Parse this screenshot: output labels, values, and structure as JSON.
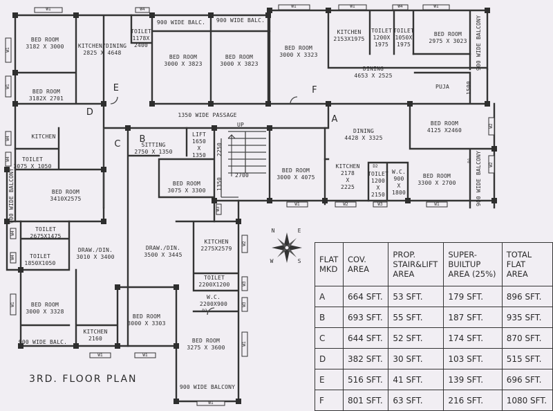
{
  "plan_title": "3RD. FLOOR PLAN",
  "rooms": [
    {
      "id": "bed-1",
      "text": "BED ROOM\n3182 X 3000"
    },
    {
      "id": "bed-2",
      "text": "BED ROOM\n3182X 2701"
    },
    {
      "id": "kitchen-dining-e",
      "text": "KITCHEN/DINING\n2825 X 4648"
    },
    {
      "id": "toilet-e",
      "text": "TOILET\n1178X\n2400"
    },
    {
      "id": "balc-1",
      "text": "900 WIDE BALC."
    },
    {
      "id": "balc-2",
      "text": "900 WIDE BALC."
    },
    {
      "id": "bed-3",
      "text": "BED ROOM\n3000 X 3823"
    },
    {
      "id": "bed-4",
      "text": "BED ROOM\n3000 X 3823"
    },
    {
      "id": "bed-5",
      "text": "BED ROOM\n3000 X 3323"
    },
    {
      "id": "kitchen-f",
      "text": "KITCHEN\n2153X1975"
    },
    {
      "id": "toilet-f1",
      "text": "TOILET\n1200X\n1975"
    },
    {
      "id": "toilet-f2",
      "text": "TOILET\n1050X\n1975"
    },
    {
      "id": "bed-6",
      "text": "BED ROOM\n2975 X 3023"
    },
    {
      "id": "dining-f",
      "text": "DINING\n4653 X 2525"
    },
    {
      "id": "puja",
      "text": "PUJA"
    },
    {
      "id": "passage",
      "text": "1350 WIDE PASSAGE"
    },
    {
      "id": "kitchen-d",
      "text": "KITCHEN"
    },
    {
      "id": "toilet-d",
      "text": "TOILET\n3075 X 1050"
    },
    {
      "id": "bed-7",
      "text": "BED ROOM\n3410X2575"
    },
    {
      "id": "sitting",
      "text": "SITTING\n2750 X 1350"
    },
    {
      "id": "lift",
      "text": "LIFT\n1650\nX\n1350"
    },
    {
      "id": "bed-8",
      "text": "BED ROOM\n3075 X 3300"
    },
    {
      "id": "dining-a",
      "text": "DINING\n4428 X 3325"
    },
    {
      "id": "bed-9",
      "text": "BED ROOM\n4125 X2460"
    },
    {
      "id": "bed-10",
      "text": "BED ROOM\n3000 X 4075"
    },
    {
      "id": "kitchen-a",
      "text": "KITCHEN\n2178\nX\n2225"
    },
    {
      "id": "toilet-a",
      "text": "TOILET\n1200\nX\n2150"
    },
    {
      "id": "wc-a",
      "text": "W.C.\n900\nX\n1800"
    },
    {
      "id": "bed-11",
      "text": "BED ROOM\n3300 X 2700"
    },
    {
      "id": "toilet-c1",
      "text": "TOILET\n2675X1475"
    },
    {
      "id": "toilet-c2",
      "text": "TOILET\n1850X1050"
    },
    {
      "id": "draw-din-c",
      "text": "DRAW./DIN.\n3010 X 3400"
    },
    {
      "id": "draw-din-b",
      "text": "DRAW./DIN.\n3500 X 3445"
    },
    {
      "id": "kitchen-b",
      "text": "KITCHEN\n2275X2579"
    },
    {
      "id": "toilet-b",
      "text": "TOILET\n2200X1200"
    },
    {
      "id": "wc-b",
      "text": "W.C.\n2200X900"
    },
    {
      "id": "bed-12",
      "text": "BED ROOM\n3000 X 3328"
    },
    {
      "id": "bed-13",
      "text": "BED ROOM\n3000 X 3303"
    },
    {
      "id": "kitchen-c",
      "text": "KITCHEN\n2160"
    },
    {
      "id": "bed-14",
      "text": "BED ROOM\n3275 X 3600"
    },
    {
      "id": "balc-3",
      "text": "900 WIDE BALC."
    },
    {
      "id": "balc-4",
      "text": "900 WIDE BALCONY"
    }
  ],
  "vertical_labels": [
    {
      "id": "balc-v1",
      "text": "900 WIDE BALCONY"
    },
    {
      "id": "balc-v2",
      "text": "900 WIDE BALCONY"
    },
    {
      "id": "balc-v3",
      "text": "900 WIDE BALCONY"
    },
    {
      "id": "dim-1500",
      "text": "1500"
    },
    {
      "id": "dim-2250",
      "text": "2250"
    },
    {
      "id": "dim-1350",
      "text": "1350"
    }
  ],
  "flat_letters": [
    "E",
    "F",
    "D",
    "A",
    "C",
    "B"
  ],
  "misc_labels": {
    "up": "UP",
    "stair_dim": "2700",
    "door_d2": "D2",
    "door_d1": "D1"
  },
  "window_labels": {
    "w1": "W1",
    "w2": "W2",
    "w3": "W3",
    "w4": "W4"
  },
  "compass": {
    "n": "N",
    "e": "E",
    "s": "S",
    "w": "W"
  },
  "area_table": {
    "headers": [
      "FLAT\nMKD",
      "COV.\nAREA",
      "PROP.\nSTAIR&LIFT\nAREA",
      "SUPER-\nBUILTUP\nAREA (25%)",
      "TOTAL\nFLAT\nAREA"
    ],
    "rows": [
      [
        "A",
        "664 SFT.",
        "53 SFT.",
        "179 SFT.",
        "896 SFT."
      ],
      [
        "B",
        "693 SFT.",
        "55 SFT.",
        "187 SFT.",
        "935 SFT."
      ],
      [
        "C",
        "644 SFT.",
        "52 SFT.",
        "174 SFT.",
        "870 SFT."
      ],
      [
        "D",
        "382 SFT.",
        "30 SFT.",
        "103 SFT.",
        "515 SFT."
      ],
      [
        "E",
        "516 SFT.",
        "41 SFT.",
        "139 SFT.",
        "696 SFT."
      ],
      [
        "F",
        "801 SFT.",
        "63 SFT.",
        "216 SFT.",
        "1080 SFT."
      ]
    ]
  }
}
